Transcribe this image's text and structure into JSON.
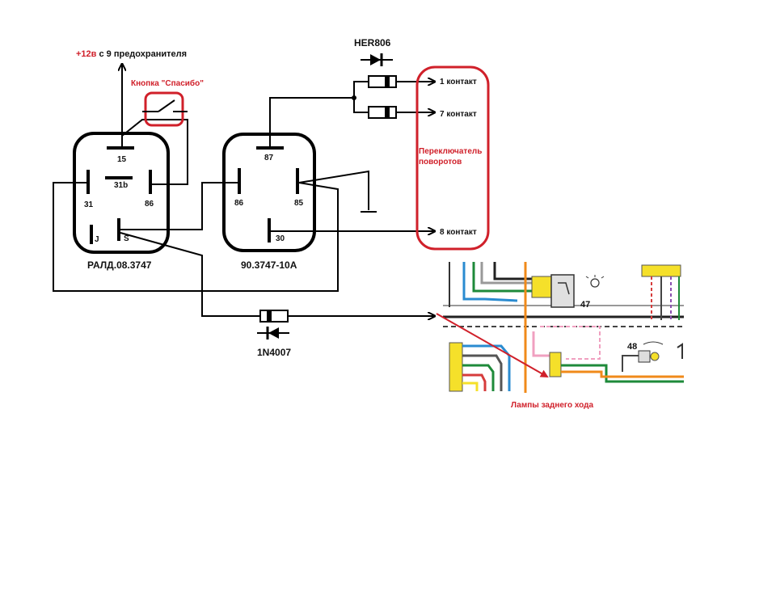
{
  "power": {
    "prefix": "+12в",
    "suffix": " с 9 предохранителя"
  },
  "button_label": "Кнопка \"Спасибо\"",
  "relay1": {
    "name": "РАЛД.08.3747",
    "pins": {
      "p15": "15",
      "p31b": "31b",
      "p31": "31",
      "p86": "86",
      "pJ": "J",
      "pS": "S"
    }
  },
  "relay2": {
    "name": "90.3747-10A",
    "pins": {
      "p87": "87",
      "p86": "86",
      "p85": "85",
      "p30": "30"
    }
  },
  "diodes": {
    "top": "HER806",
    "bottom": "1N4007"
  },
  "contacts": {
    "c1": "1 контакт",
    "c7": "7 контакт",
    "c8": "8 контакт"
  },
  "switch_label": {
    "line1": "Переключатель",
    "line2": "поворотов"
  },
  "wiring": {
    "lamp_caption": "Лампы заднего хода",
    "n47": "47",
    "n48": "48"
  },
  "colors": {
    "accent": "#d0202a",
    "line": "#000000"
  }
}
